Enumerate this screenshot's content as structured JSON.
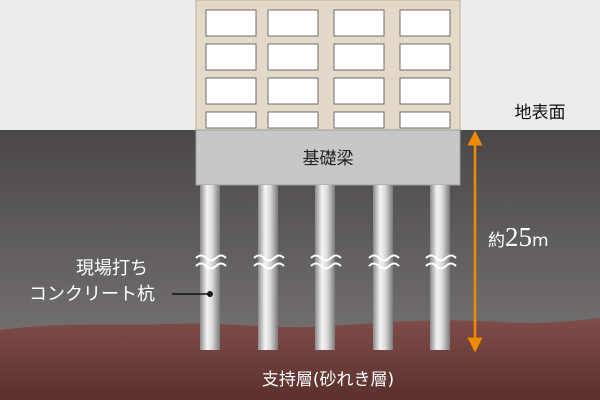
{
  "labels": {
    "ground_surface": "地表面",
    "foundation_beam": "基礎梁",
    "depth_prefix": "約",
    "depth_value": "25",
    "depth_unit": "m",
    "pile_line1": "現場打ち",
    "pile_line2": "コンクリート杭",
    "bearing_layer": "支持層(砂れき層)"
  },
  "colors": {
    "sky": "#ececec",
    "soil_top": "#4a4747",
    "soil_bottom": "#6e6b6b",
    "bearing_top": "#7a4a46",
    "bearing_bottom": "#5a302c",
    "building": "#e2d9c8",
    "beam": "#c7c7c7",
    "arrow": "#f08a00"
  },
  "pile_count": 5,
  "window_columns": 4,
  "window_rows": 4
}
